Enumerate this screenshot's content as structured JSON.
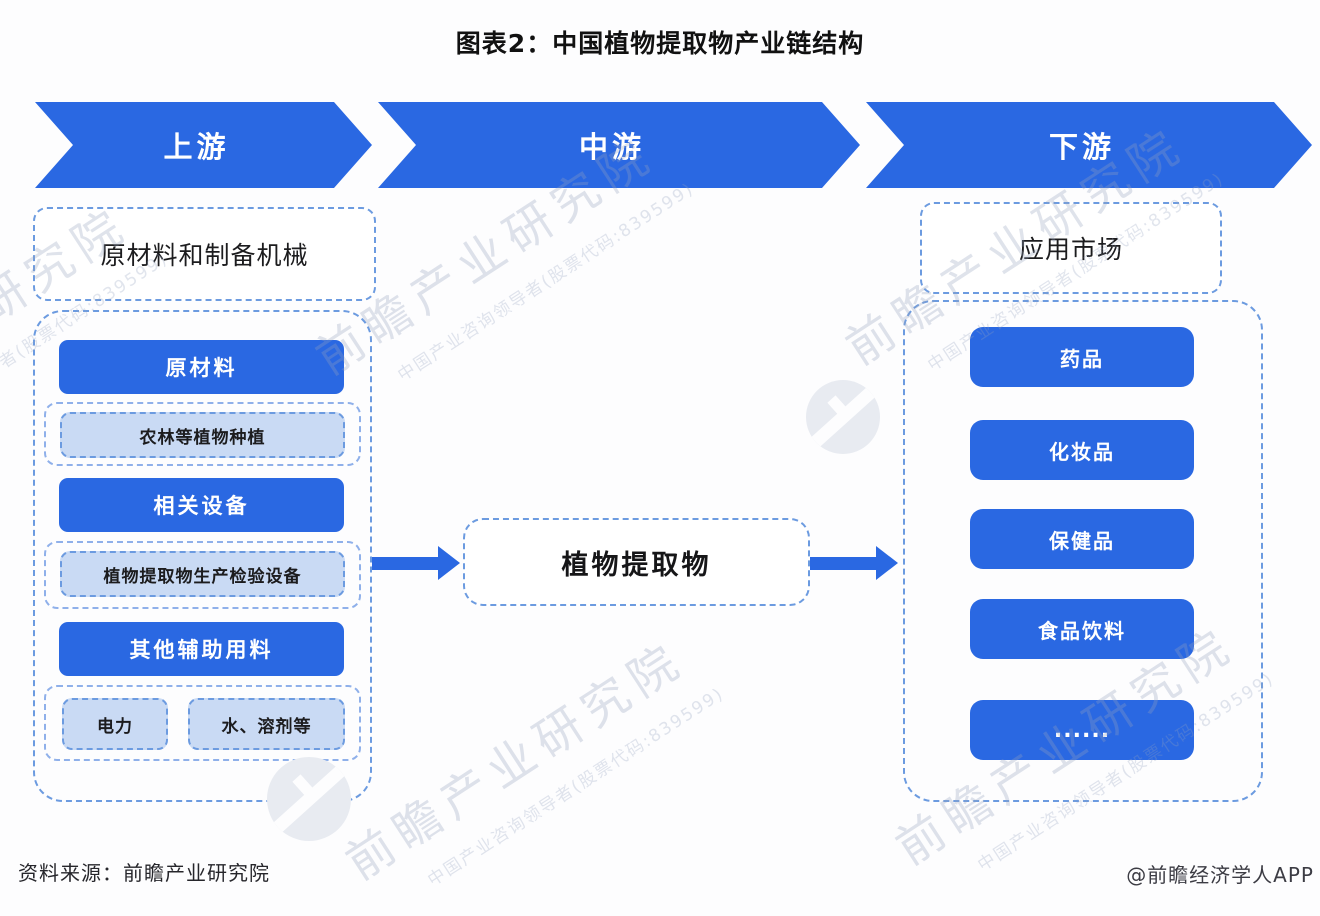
{
  "title": "图表2：中国植物提取物产业链结构",
  "stages": [
    {
      "label": "上游"
    },
    {
      "label": "中游"
    },
    {
      "label": "下游"
    }
  ],
  "upstream": {
    "header": "原材料和制备机械",
    "groups": [
      {
        "button": "原材料",
        "items": [
          "农林等植物种植"
        ]
      },
      {
        "button": "相关设备",
        "items": [
          "植物提取物生产检验设备"
        ]
      },
      {
        "button": "其他辅助用料",
        "items": [
          "电力",
          "水、溶剂等"
        ]
      }
    ]
  },
  "midstream": {
    "node": "植物提取物"
  },
  "downstream": {
    "header": "应用市场",
    "items": [
      "药品",
      "化妆品",
      "保健品",
      "食品饮料",
      "......"
    ]
  },
  "footer": {
    "source": "资料来源：前瞻产业研究院",
    "credit": "@前瞻经济学人APP"
  },
  "watermark": {
    "big": "前瞻产业研究院",
    "small": "中国产业咨询领导者(股票代码:839599)"
  },
  "colors": {
    "primary": "#2a68e2",
    "primary_light": "#c9daf4",
    "dash_border": "#6c9be0",
    "background": "#fdfdfe"
  }
}
